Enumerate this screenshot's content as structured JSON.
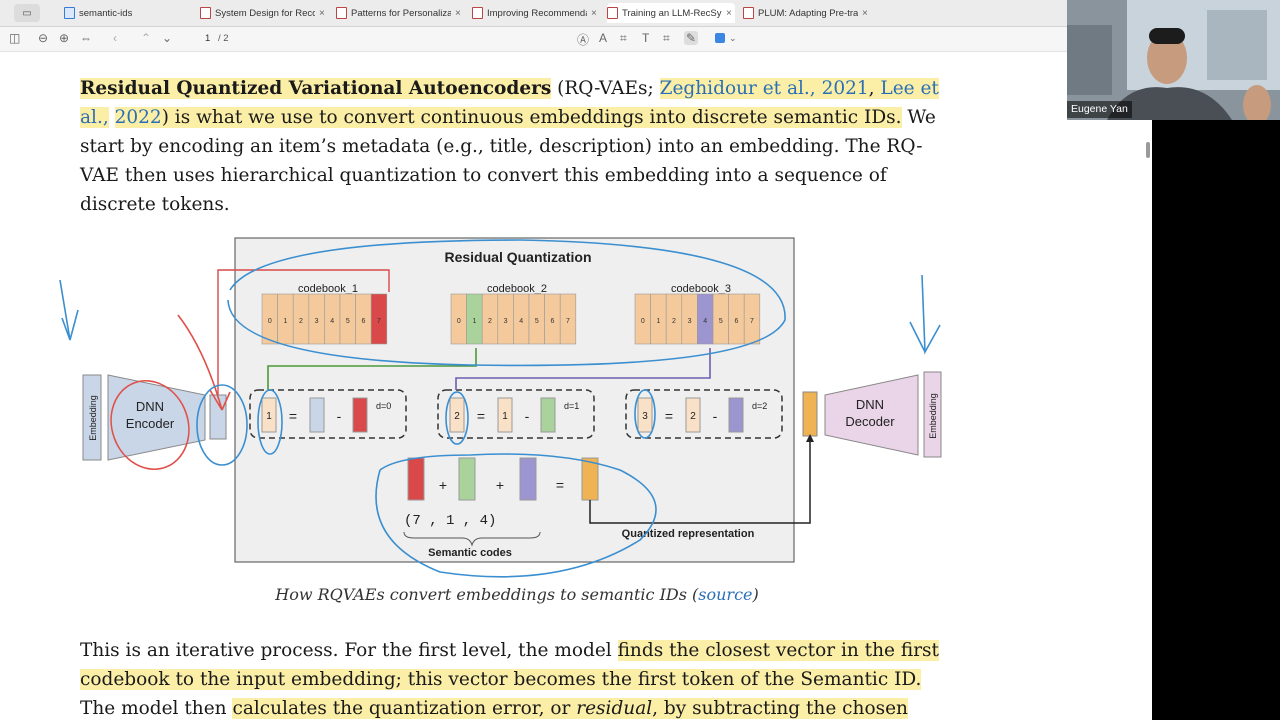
{
  "tabs": [
    {
      "label": "semantic-ids",
      "type": "folder",
      "active": false,
      "closable": false
    },
    {
      "label": "System Design for Reco",
      "type": "pdf",
      "active": false,
      "closable": true
    },
    {
      "label": "Patterns for Personaliza",
      "type": "pdf",
      "active": false,
      "closable": true
    },
    {
      "label": "Improving Recommenda",
      "type": "pdf",
      "active": false,
      "closable": true
    },
    {
      "label": "Training an LLM-RecSys",
      "type": "pdf",
      "active": true,
      "closable": true
    },
    {
      "label": "PLUM: Adapting Pre-trai",
      "type": "pdf",
      "active": false,
      "closable": true
    }
  ],
  "toolbar": {
    "page_current": "1",
    "page_total": "/ 2",
    "accent_color": "#3a86e0"
  },
  "paragraph1": {
    "bold_title": "Residual Quantized Variational Autoencoders",
    "paren_open": " (RQ-VAEs; ",
    "link1": "Zeghidour et al., 2021",
    "sep": ", ",
    "link2a": "Lee et al.,",
    "link2b": "2022",
    "hl_rest": ") is what we use to convert continuous embeddings into discrete semantic IDs.",
    "plain_rest": " We start by encoding an item’s metadata (e.g., title, description) into an embedding. The RQ-VAE then uses hierarchical quantization to convert this embedding into a sequence of discrete tokens."
  },
  "figure": {
    "title": "Residual Quantization",
    "codebooks": [
      {
        "label": "codebook_1",
        "selected": 7
      },
      {
        "label": "codebook_2",
        "selected": 1
      },
      {
        "label": "codebook_3",
        "selected": 4
      }
    ],
    "cells": [
      "0",
      "1",
      "2",
      "3",
      "4",
      "5",
      "6",
      "7"
    ],
    "residuals": [
      {
        "left": "1",
        "mid": "",
        "d": "d=0"
      },
      {
        "left": "2",
        "mid": "1",
        "d": "d=1"
      },
      {
        "left": "3",
        "mid": "2",
        "d": "d=2"
      }
    ],
    "encoder_label_1": "DNN",
    "encoder_label_2": "Encoder",
    "decoder_label_1": "DNN",
    "decoder_label_2": "Decoder",
    "embedding_label": "Embedding",
    "codes_text": "(7 ,     1 ,     4)",
    "semantic_codes": "Semantic codes",
    "quantized": "Quantized representation",
    "plus": "+",
    "equals": "=",
    "minus": "-"
  },
  "caption": {
    "pre": "How RQVAEs convert embeddings to semantic IDs (",
    "link": "source",
    "post": ")"
  },
  "paragraph2": {
    "t1": "This is an iterative process. For the first level, the model ",
    "h1": "finds the closest vector in the first codebook to the input embedding; this vector becomes the first token of the Semantic ID.",
    "t2": " The model then ",
    "h2a": "calculates the quantization error, or ",
    "h2b": "residual",
    "h2c": ", by subtracting the chosen codebook"
  },
  "video": {
    "name": "Eugene Yan"
  },
  "colors": {
    "highlight": "#fbeea6",
    "link": "#2a6fb5",
    "annotation": "#3b8fd0",
    "annotation_red": "#e0504a"
  }
}
